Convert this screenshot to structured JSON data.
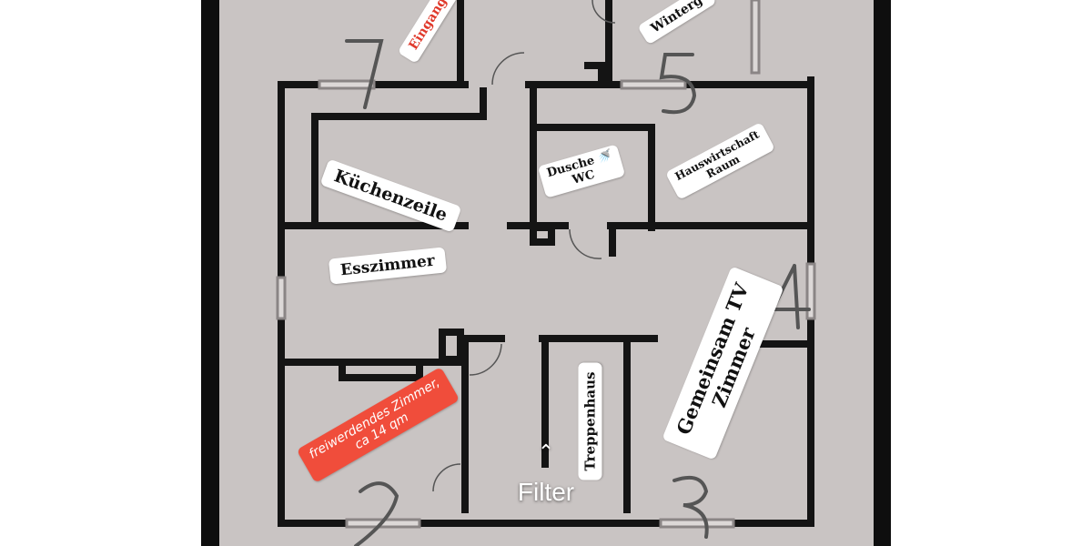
{
  "labels": {
    "eingang": "Eingang",
    "winter": "Winterg",
    "kuechenzeile": "Küchenzeile",
    "dusche_line1": "Dusche 🚿",
    "dusche_line2": "WC",
    "hauswirtschaft_line1": "Hauswirtschaft",
    "hauswirtschaft_line2": "Raum",
    "esszimmer": "Esszimmer",
    "gemeinsam_line1": "Gemeinsam TV",
    "gemeinsam_line2": "Zimmer",
    "treppenhaus": "Treppenhaus",
    "freiwerdend_line1": "freiwerdendes Zimmer,",
    "freiwerdend_line2": "ca 14 qm"
  },
  "filter": {
    "label": "Filter",
    "icon": "chevron-up-icon"
  },
  "colors": {
    "highlight_label": "#f04d3b",
    "paper": "#c9c4c3",
    "wall": "#141414"
  }
}
